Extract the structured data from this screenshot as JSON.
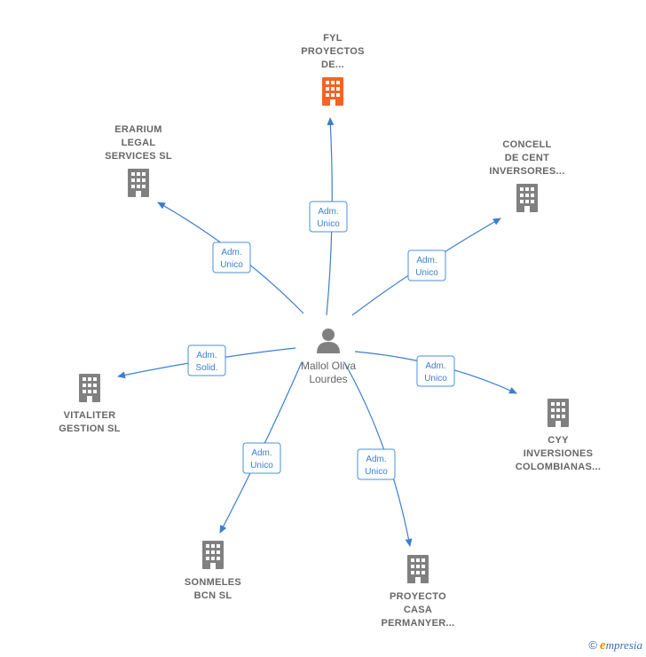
{
  "center": {
    "lines": [
      "Mallol Oliva",
      "Lourdes"
    ]
  },
  "companies": [
    {
      "id": "fyl",
      "lines": [
        "FYL",
        "PROYECTOS",
        "DE..."
      ],
      "highlight": true,
      "role": [
        "Adm.",
        "Unico"
      ]
    },
    {
      "id": "erarium",
      "lines": [
        "ERARIUM",
        "LEGAL",
        "SERVICES SL"
      ],
      "highlight": false,
      "role": [
        "Adm.",
        "Unico"
      ]
    },
    {
      "id": "concell",
      "lines": [
        "CONCELL",
        "DE CENT",
        "INVERSORES..."
      ],
      "highlight": false,
      "role": [
        "Adm.",
        "Unico"
      ]
    },
    {
      "id": "vitaliter",
      "lines": [
        "VITALITER",
        "GESTION SL"
      ],
      "highlight": false,
      "role": [
        "Adm.",
        "Solid."
      ]
    },
    {
      "id": "cyy",
      "lines": [
        "CYY",
        "INVERSIONES",
        "COLOMBIANAS..."
      ],
      "highlight": false,
      "role": [
        "Adm.",
        "Unico"
      ]
    },
    {
      "id": "sonmeles",
      "lines": [
        "SONMELES",
        "BCN  SL"
      ],
      "highlight": false,
      "role": [
        "Adm.",
        "Unico"
      ]
    },
    {
      "id": "proyecto-casa",
      "lines": [
        "PROYECTO",
        "CASA",
        "PERMANYER..."
      ],
      "highlight": false,
      "role": [
        "Adm.",
        "Unico"
      ]
    }
  ],
  "colors": {
    "edge": "#3b7fcf",
    "building": "#808080",
    "building_highlight": "#f26522",
    "person": "#808080"
  },
  "icons": {
    "company": "building-icon",
    "person": "person-icon",
    "copyright": "copyright-icon"
  },
  "footer": {
    "copyright": "©",
    "brand_initial": "e",
    "brand_rest": "mpresia"
  }
}
